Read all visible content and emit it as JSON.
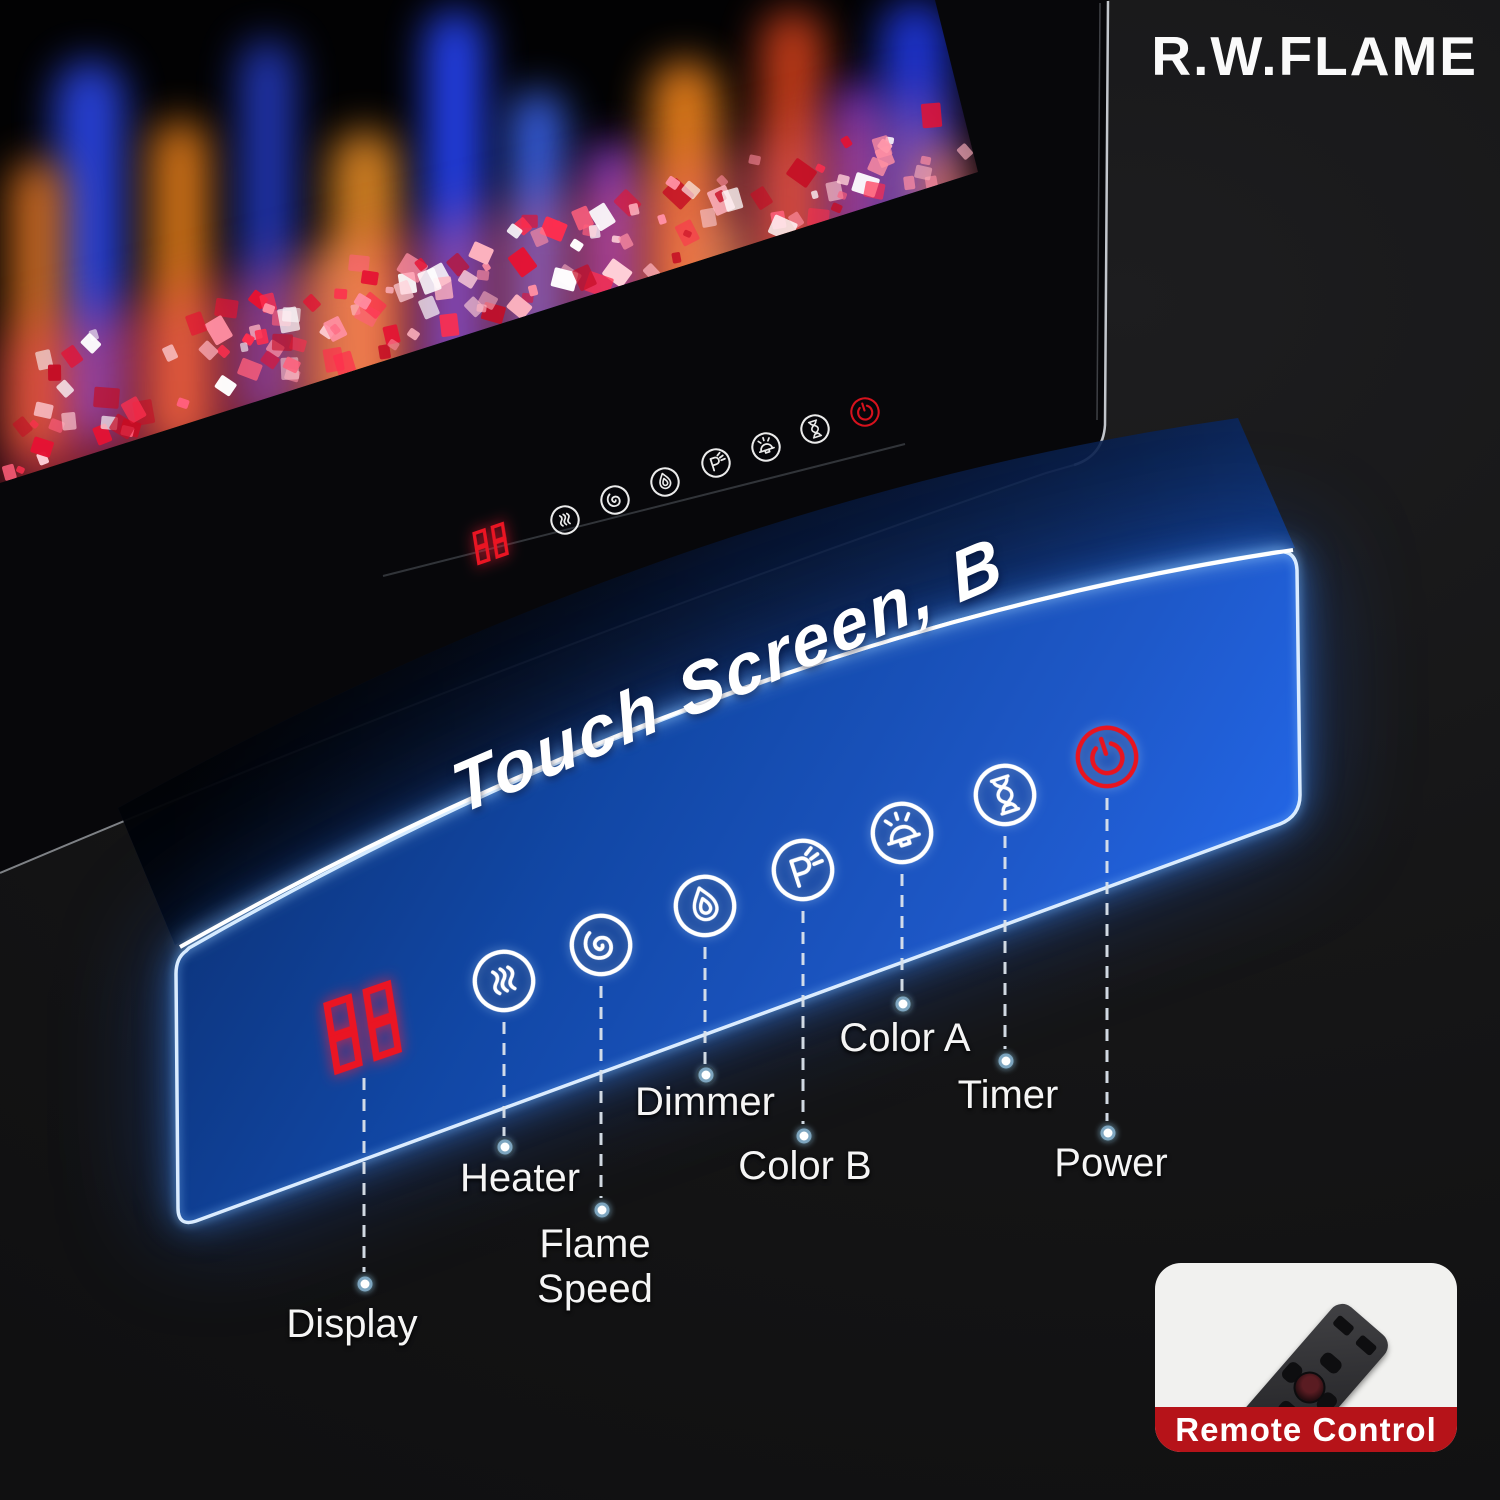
{
  "brand": "R.W.FLAME",
  "panel": {
    "title": "Touch Screen, B",
    "display_value": "88",
    "display_color": "#ea1523",
    "accent_blue": "#1750b4",
    "controls": [
      {
        "id": "display",
        "icon": "seven-segment-display",
        "label_lines": [
          "Display"
        ]
      },
      {
        "id": "heater",
        "icon": "heat-waves-icon",
        "label_lines": [
          "Heater"
        ]
      },
      {
        "id": "flame_speed",
        "icon": "spiral-icon",
        "label_lines": [
          "Flame",
          "Speed"
        ]
      },
      {
        "id": "dimmer",
        "icon": "flame-icon",
        "label_lines": [
          "Dimmer"
        ]
      },
      {
        "id": "color_b",
        "icon": "p-rays-icon",
        "label_lines": [
          "Color B"
        ]
      },
      {
        "id": "color_a",
        "icon": "lamp-rays-icon",
        "label_lines": [
          "Color A"
        ]
      },
      {
        "id": "timer",
        "icon": "hourglass-icon",
        "label_lines": [
          "Timer"
        ]
      },
      {
        "id": "power",
        "icon": "power-icon",
        "label_lines": [
          "Power"
        ],
        "color": "#e8141f"
      }
    ]
  },
  "remote": {
    "caption": "Remote  Control",
    "band_color": "#b61319"
  }
}
